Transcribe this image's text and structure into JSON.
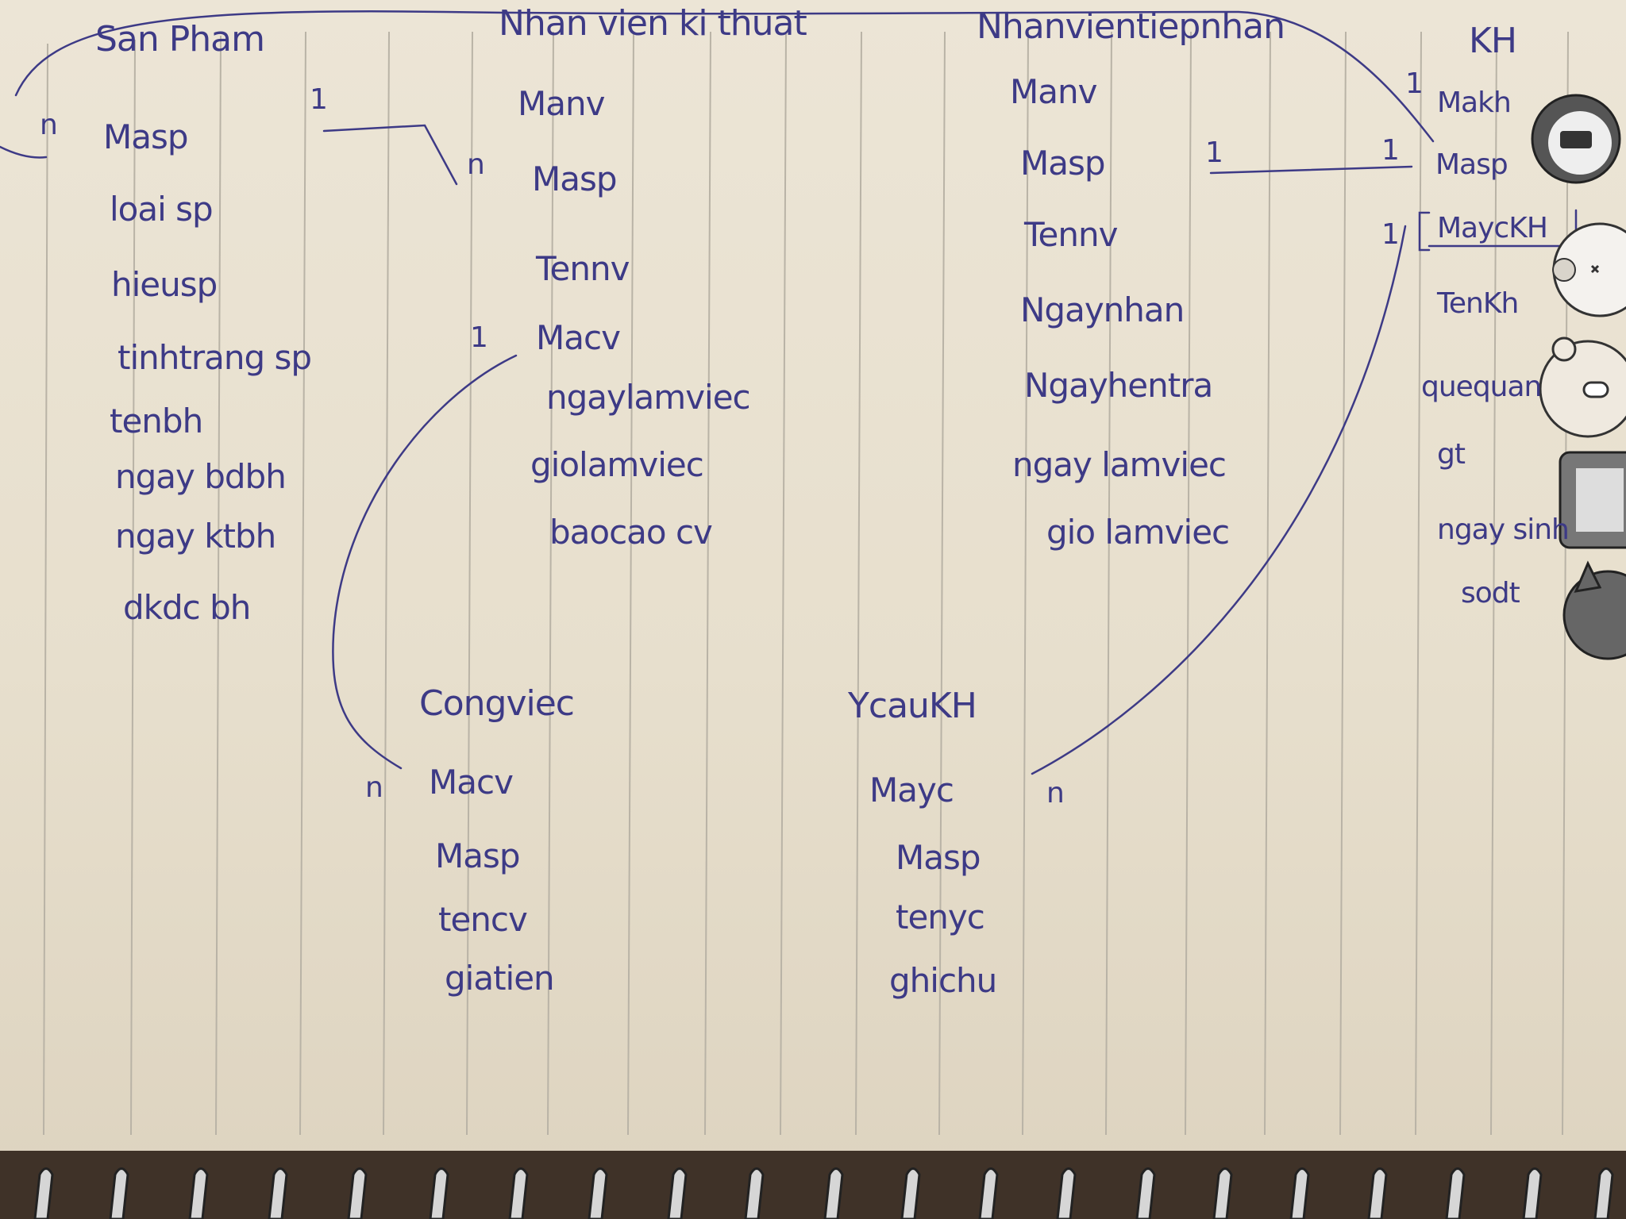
{
  "colors": {
    "ink": "#3d3a86",
    "paper": "#e9e1d0",
    "rule_line": "#b9b3a6",
    "spiral_metal": "#cfcfcf",
    "background": "#4a3d33"
  },
  "entities": {
    "san_pham": {
      "title": "San Pham",
      "attributes": [
        "Masp",
        "loai sp",
        "hieusp",
        "tinhtrang sp",
        "tenbh",
        "ngay bdbh",
        "ngay ktbh",
        "dkdc bh"
      ]
    },
    "nhan_vien_ki_thuat": {
      "title": "Nhan vien ki thuat",
      "attributes": [
        "Manv",
        "Masp",
        "Tennv",
        "Macv",
        "ngaylamviec",
        "giolamviec",
        "baocao cv"
      ]
    },
    "nhan_vien_tiep_nhan": {
      "title": "Nhanvientiepnhan",
      "attributes": [
        "Manv",
        "Masp",
        "Tennv",
        "Ngaynhan",
        "Ngayhentra",
        "ngay lamviec",
        "gio lamviec"
      ]
    },
    "kh": {
      "title": "KH",
      "attributes": [
        "Makh",
        "Masp",
        "MaycKH",
        "TenKh",
        "quequan",
        "gt",
        "ngay sinh",
        "sodt"
      ]
    },
    "cong_viec": {
      "title": "Congviec",
      "attributes": [
        "Macv",
        "Masp",
        "tencv",
        "giatien"
      ]
    },
    "ycau_kh": {
      "title": "YcauKH",
      "attributes": [
        "Mayc",
        "Masp",
        "tenyc",
        "ghichu"
      ]
    }
  },
  "cardinalities": {
    "sanpham_left_n": "n",
    "sanpham_nvkt_1": "1",
    "sanpham_nvkt_n": "n",
    "nvkt_macv_1": "1",
    "congviec_macv_n": "n",
    "nvtn_kh_1": "1",
    "kh_masp_1": "1",
    "kh_top_1": "1",
    "kh_mayc_1": "1",
    "ycau_n": "n"
  },
  "stickers": [
    {
      "icon": "cat-sticker-icon"
    },
    {
      "icon": "cat-sticker-icon"
    },
    {
      "icon": "bear-sticker-icon"
    },
    {
      "icon": "phone-sticker-icon"
    },
    {
      "icon": "cat-sticker-icon"
    }
  ]
}
